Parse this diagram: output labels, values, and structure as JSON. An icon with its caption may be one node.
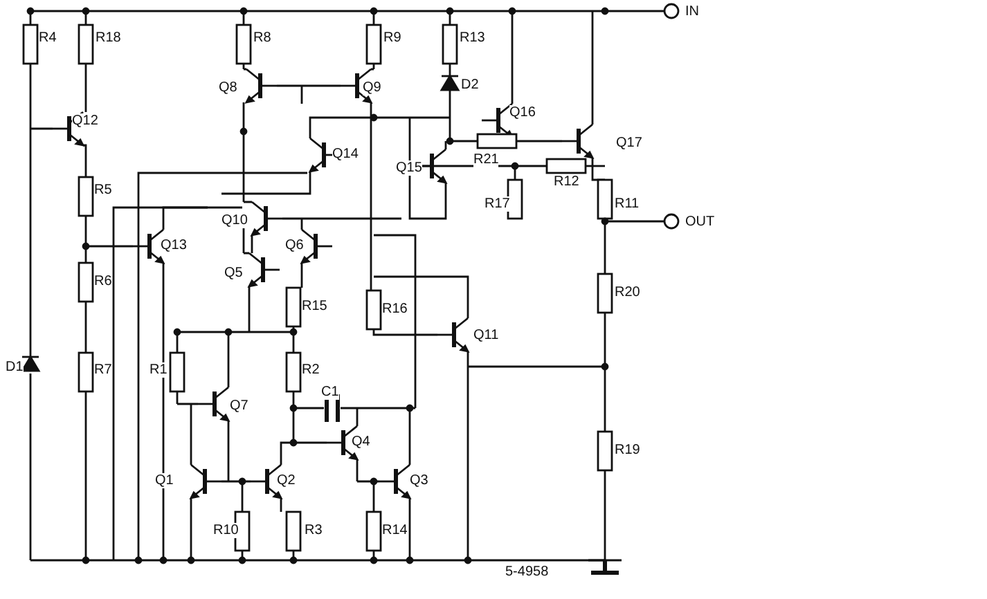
{
  "diagram": {
    "labels": [
      "R4",
      "R18",
      "R8",
      "R9",
      "R13",
      "IN",
      "Q8",
      "Q9",
      "D2",
      "Q12",
      "Q16",
      "Q17",
      "Q14",
      "R21",
      "Q15",
      "R12",
      "R5",
      "R17",
      "R11",
      "Q10",
      "OUT",
      "Q13",
      "Q6",
      "R6",
      "Q5",
      "R15",
      "R20",
      "R16",
      "Q11",
      "D1",
      "R7",
      "R1",
      "R2",
      "C1",
      "Q7",
      "Q4",
      "Q1",
      "Q2",
      "Q3",
      "R19",
      "R10",
      "R3",
      "R14",
      "5-4958"
    ]
  }
}
